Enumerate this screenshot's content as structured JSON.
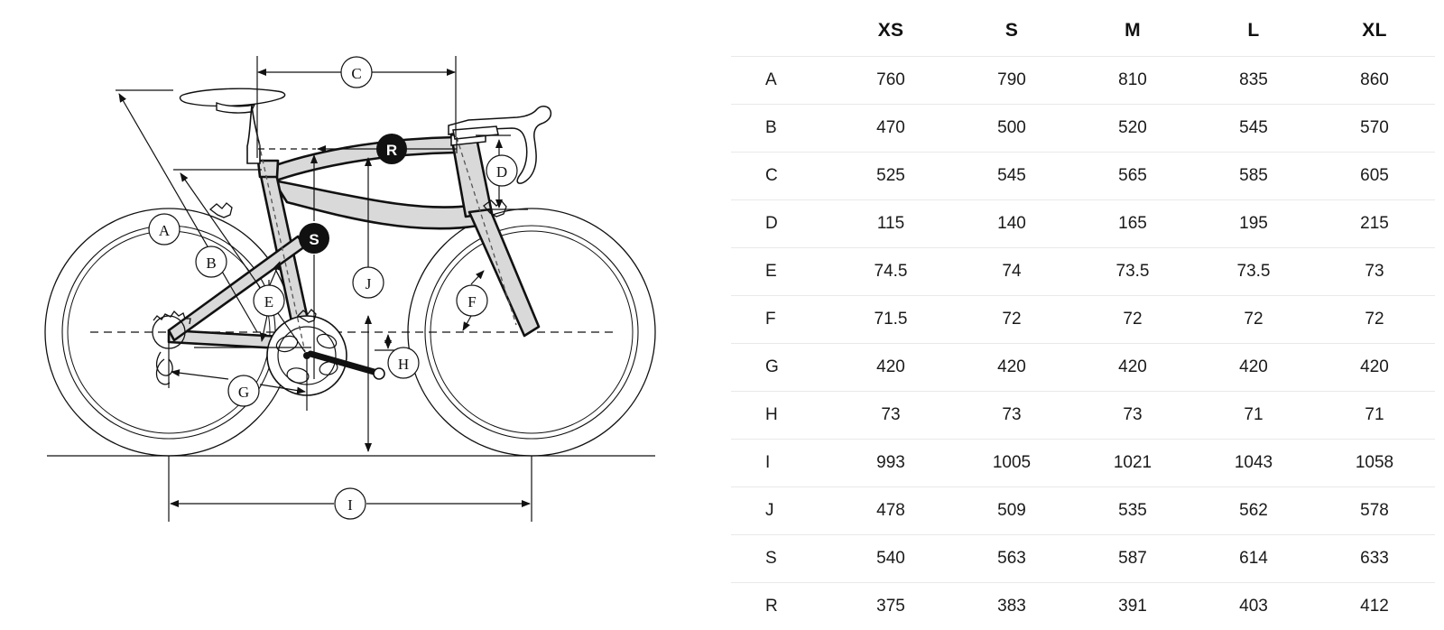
{
  "diagram": {
    "name": "road-bike-geometry-diagram",
    "frame_fill": "#d9d9d9",
    "line_color": "#111111",
    "callouts": [
      {
        "id": "A",
        "style": "outline",
        "desc": "standover-height"
      },
      {
        "id": "B",
        "style": "outline",
        "desc": "seat-tube-length"
      },
      {
        "id": "C",
        "style": "outline",
        "desc": "horizontal-top-tube"
      },
      {
        "id": "D",
        "style": "outline",
        "desc": "head-tube-length"
      },
      {
        "id": "E",
        "style": "outline",
        "desc": "seat-tube-angle"
      },
      {
        "id": "F",
        "style": "outline",
        "desc": "head-tube-angle"
      },
      {
        "id": "G",
        "style": "outline",
        "desc": "chainstay-length"
      },
      {
        "id": "H",
        "style": "outline",
        "desc": "bottom-bracket-drop"
      },
      {
        "id": "I",
        "style": "outline",
        "desc": "wheelbase"
      },
      {
        "id": "J",
        "style": "outline",
        "desc": "stack"
      },
      {
        "id": "S",
        "style": "filled",
        "desc": "stack-marker"
      },
      {
        "id": "R",
        "style": "filled",
        "desc": "reach-marker"
      }
    ]
  },
  "table": {
    "name": "geometry-table",
    "label_header": "",
    "sizes": [
      "XS",
      "S",
      "M",
      "L",
      "XL"
    ],
    "rows": [
      {
        "label": "A",
        "values": [
          "760",
          "790",
          "810",
          "835",
          "860"
        ]
      },
      {
        "label": "B",
        "values": [
          "470",
          "500",
          "520",
          "545",
          "570"
        ]
      },
      {
        "label": "C",
        "values": [
          "525",
          "545",
          "565",
          "585",
          "605"
        ]
      },
      {
        "label": "D",
        "values": [
          "115",
          "140",
          "165",
          "195",
          "215"
        ]
      },
      {
        "label": "E",
        "values": [
          "74.5",
          "74",
          "73.5",
          "73.5",
          "73"
        ]
      },
      {
        "label": "F",
        "values": [
          "71.5",
          "72",
          "72",
          "72",
          "72"
        ]
      },
      {
        "label": "G",
        "values": [
          "420",
          "420",
          "420",
          "420",
          "420"
        ]
      },
      {
        "label": "H",
        "values": [
          "73",
          "73",
          "73",
          "71",
          "71"
        ]
      },
      {
        "label": "I",
        "values": [
          "993",
          "1005",
          "1021",
          "1043",
          "1058"
        ]
      },
      {
        "label": "J",
        "values": [
          "478",
          "509",
          "535",
          "562",
          "578"
        ]
      },
      {
        "label": "S",
        "values": [
          "540",
          "563",
          "587",
          "614",
          "633"
        ]
      },
      {
        "label": "R",
        "values": [
          "375",
          "383",
          "391",
          "403",
          "412"
        ]
      }
    ]
  }
}
